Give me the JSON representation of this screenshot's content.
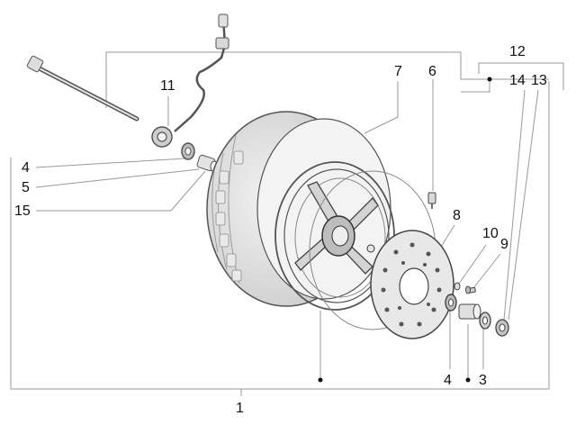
{
  "diagram": {
    "line_color": "#9a9a9a",
    "part_color": "#4a4a4a",
    "labels": {
      "l1": "1",
      "l3": "3",
      "l4_top": "4",
      "l4_bottom": "4",
      "l5": "5",
      "l6": "6",
      "l7": "7",
      "l8": "8",
      "l9": "9",
      "l10": "10",
      "l11": "11",
      "l12": "12",
      "l13": "13",
      "l14": "14",
      "l15": "15"
    }
  }
}
